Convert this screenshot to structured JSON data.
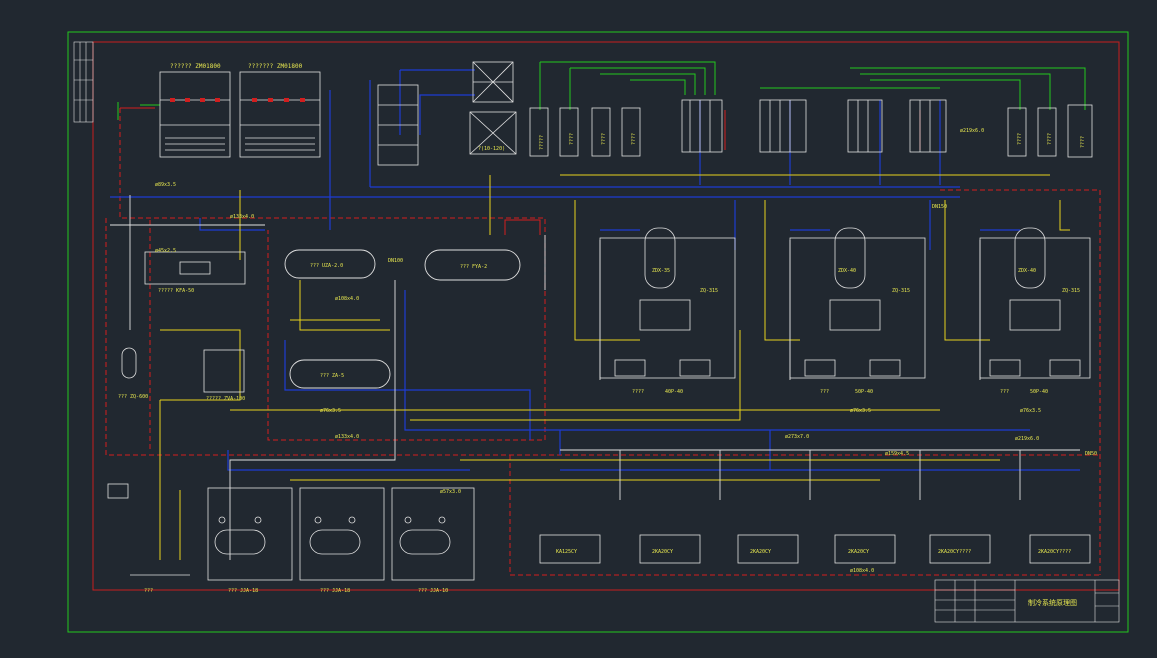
{
  "colors": {
    "bg": "#212830",
    "frame": "#22c81e",
    "inner": "#c81e1e",
    "pipe_blue": "#1e3cd2",
    "pipe_yellow": "#e6d21e",
    "pipe_white": "#e0e0e0",
    "pipe_green": "#22c81e",
    "pipe_red": "#d21e1e",
    "text": "#e8e850",
    "equip": "#e0e0e0"
  },
  "top": {
    "unit1_label": "??????  ZM01800",
    "unit2_label": "???????  ZM01800",
    "fan_a_label": "?",
    "fan_b_label": "?(10-120)",
    "tank1_label": "?????",
    "tank2_label": "????",
    "tank3_label": "????",
    "tank4_label": "????",
    "tank5_label": "????",
    "tank6_label": "????",
    "tank7_label": "????"
  },
  "tanks": {
    "uza_label": "??? UZA-2.0",
    "fya_label": "??? FYA-2",
    "za5_label": "??? ZA-5",
    "kfa_label": "?????  KFA-50",
    "zq_label": "??? ZQ-600",
    "zva_label": "?????  ZVA-100",
    "pump_label": "???"
  },
  "dryers": [
    {
      "label": "ZDX-35",
      "bottom": "40P-40",
      "side": "ZQ-315",
      "left": "????"
    },
    {
      "label": "ZDX-40",
      "bottom": "50P-40",
      "side": "ZQ-315",
      "left": "???"
    },
    {
      "label": "ZDX-40",
      "bottom": "50P-40",
      "side": "ZQ-315",
      "left": "???"
    }
  ],
  "evaporators": [
    {
      "label": "??? JJA-18"
    },
    {
      "label": "??? JJA-18"
    },
    {
      "label": "??? JJA-10"
    }
  ],
  "compressors": [
    {
      "label": "KA125CY"
    },
    {
      "label": "2KA20CY"
    },
    {
      "label": "2KA20CY"
    },
    {
      "label": "2KA20CY"
    },
    {
      "label": "2KA20CY????"
    },
    {
      "label": "2KA20CY????"
    }
  ],
  "pipes": {
    "p1": "ø133x4.0",
    "p2": "ø89x3.5",
    "p3": "ø76x3.5",
    "p4": "ø57x3.0",
    "p5": "ø219x6.0",
    "p6": "ø108x4.0",
    "p7": "ø45x2.5",
    "p8": "ø273x7.0",
    "p9": "ø159x4.5",
    "dn50": "DN50",
    "dn100": "DN100",
    "dn150": "DN150"
  },
  "title_block": {
    "title": "制冷系统原理图"
  }
}
